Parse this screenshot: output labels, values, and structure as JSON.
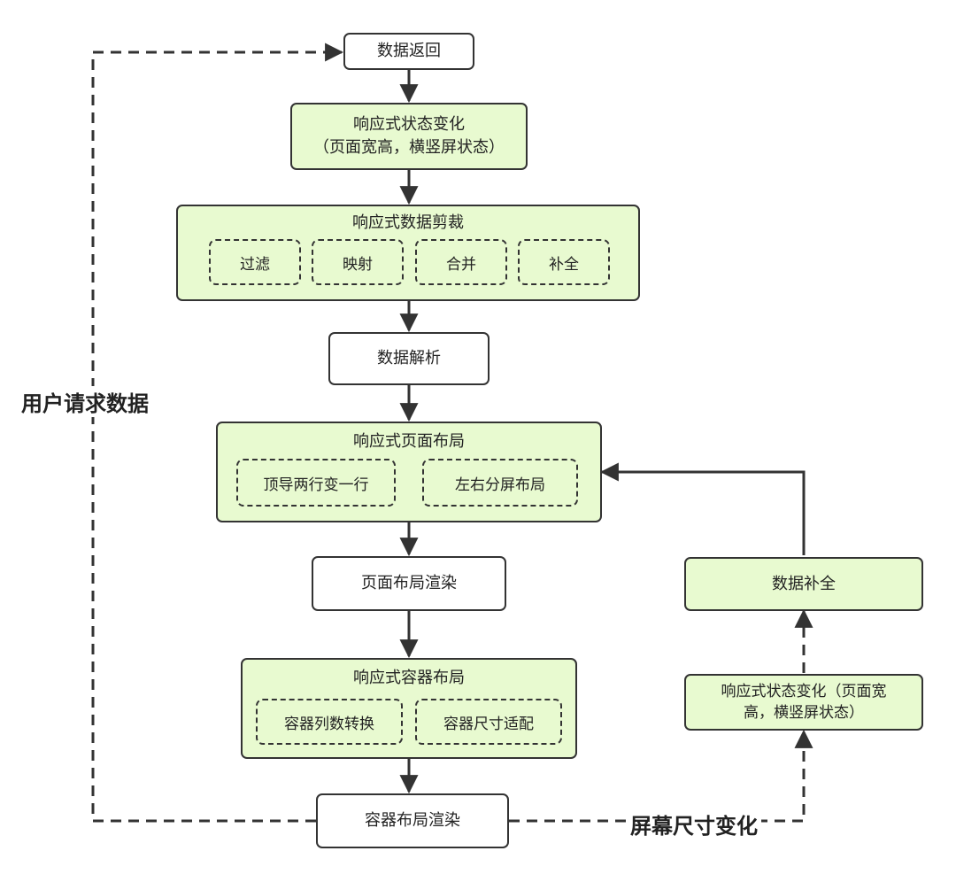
{
  "nodes": {
    "data_return": "数据返回",
    "state_change_top": {
      "line1": "响应式状态变化",
      "line2": "（页面宽高，横竖屏状态）"
    },
    "data_clip": {
      "title": "响应式数据剪裁",
      "items": [
        "过滤",
        "映射",
        "合并",
        "补全"
      ]
    },
    "data_parse": "数据解析",
    "page_layout": {
      "title": "响应式页面布局",
      "items": [
        "顶导两行变一行",
        "左右分屏布局"
      ]
    },
    "page_render": "页面布局渲染",
    "container_layout": {
      "title": "响应式容器布局",
      "items": [
        "容器列数转换",
        "容器尺寸适配"
      ]
    },
    "container_render": "容器布局渲染",
    "data_complete": "数据补全",
    "state_change_right": {
      "line1": "响应式状态变化（页面宽",
      "line2": "高，横竖屏状态）"
    }
  },
  "edge_labels": {
    "user_request": "用户请求数据",
    "screen_change": "屏幕尺寸变化"
  },
  "colors": {
    "green_fill": "#e8fad0",
    "stroke": "#333333"
  }
}
